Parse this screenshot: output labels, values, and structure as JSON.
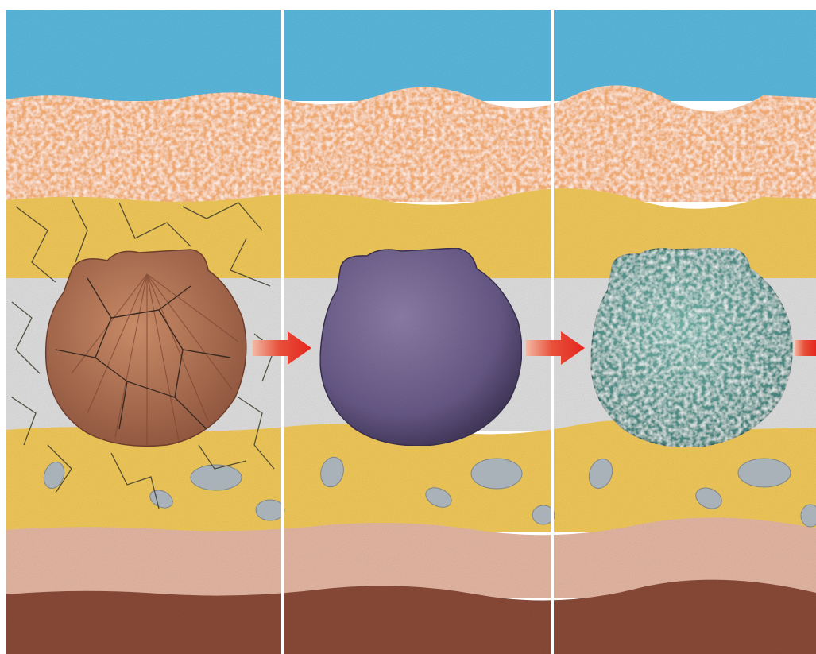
{
  "diagram": {
    "panels": [
      {
        "stage": "original-shell-cracking",
        "shell_fill": "shell-brown"
      },
      {
        "stage": "mold-cavity",
        "shell_fill": "mold-purple"
      },
      {
        "stage": "cast-mineral-filled",
        "shell_fill": "cast-green"
      }
    ],
    "arrow_count": 3,
    "colors": {
      "water": "#5ab8dd",
      "sand_orange": "#eea870",
      "sand_yellow": "#f0c85a",
      "clay_gray": "#dddddd",
      "silt_pink": "#e0b4a0",
      "rock_brown": "#8a4a38",
      "shell": "#a86848",
      "mold": "#6a5a82",
      "cast": "#4e9088",
      "arrow": "#e52a24",
      "divider": "#ffffff"
    }
  }
}
